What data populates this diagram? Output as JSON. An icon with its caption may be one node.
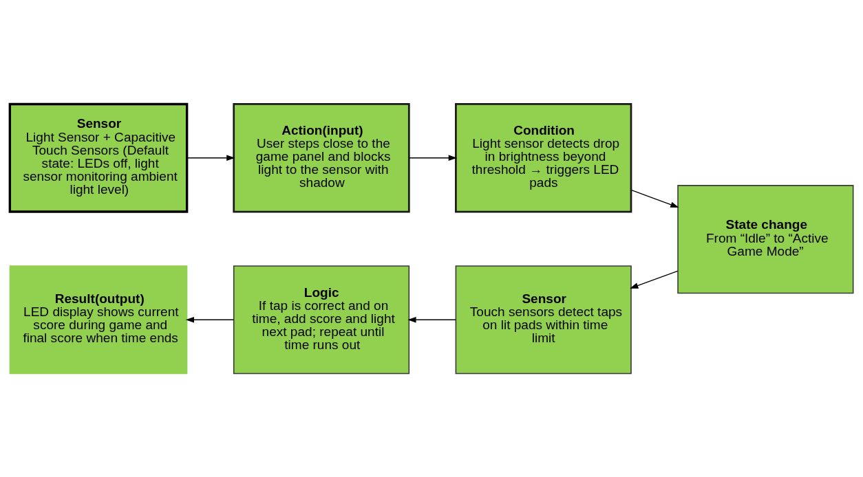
{
  "diagram": {
    "nodes": [
      {
        "text": [
          "Sensor",
          "Light Sensor + Capacitive Touch Sensors (Default state: LEDs off, light sensor monitoring ambient light level)"
        ]
      },
      {
        "text": [
          "Action(input)",
          "User steps close to the game panel and blocks light to the sensor with shadow"
        ]
      },
      {
        "text": [
          "Condition",
          "Light sensor detects drop in brightness beyond threshold → triggers LED pads"
        ]
      },
      {
        "text": [
          "State change",
          "From “Idle” to “Active Game Mode”"
        ]
      },
      {
        "text": [
          "Sensor",
          "Touch sensors detect taps on lit pads within time limit"
        ]
      },
      {
        "text": [
          "Logic",
          "If tap is correct and on time, add score and light next pad; repeat until time runs out"
        ]
      },
      {
        "text": [
          "Result(output)",
          "LED display shows current score during game and final score when time ends"
        ]
      }
    ],
    "edges": [
      {
        "from": 0,
        "to": 1,
        "arrow": "to"
      },
      {
        "from": 1,
        "to": 2,
        "arrow": "to"
      },
      {
        "from": 2,
        "to": 3,
        "arrow": "to"
      },
      {
        "from": 3,
        "to": 4,
        "arrow": "to"
      },
      {
        "from": 4,
        "to": 5,
        "arrow": "to"
      },
      {
        "from": 5,
        "to": 6,
        "arrow": "to"
      }
    ]
  }
}
